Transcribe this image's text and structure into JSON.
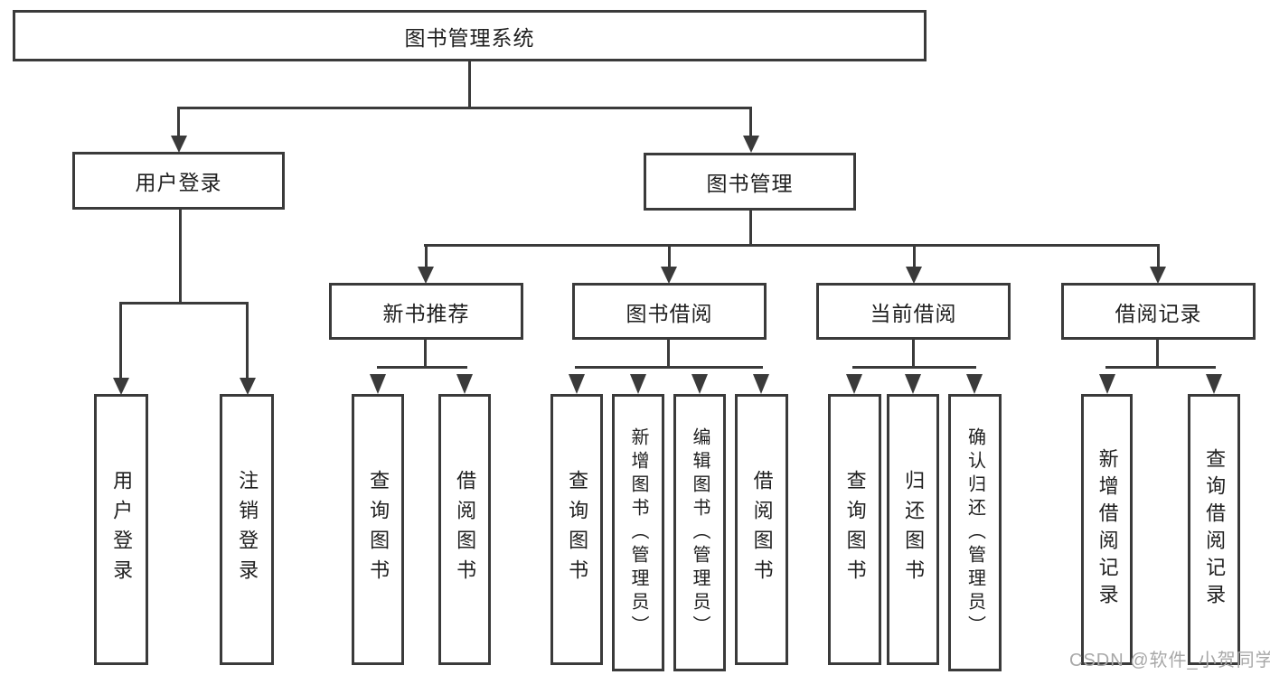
{
  "colors": {
    "line": "#3a3a3a",
    "text": "#1f1f1f",
    "background": "#ffffff",
    "watermark": "#a8a8a8"
  },
  "tree": {
    "root": {
      "label": "图书管理系统"
    },
    "branches": [
      {
        "label": "用户登录",
        "children": [
          {
            "label": "用户登录"
          },
          {
            "label": "注销登录"
          }
        ]
      },
      {
        "label": "图书管理",
        "children": [
          {
            "label": "新书推荐",
            "children": [
              {
                "label": "查询图书"
              },
              {
                "label": "借阅图书"
              }
            ]
          },
          {
            "label": "图书借阅",
            "children": [
              {
                "label": "查询图书"
              },
              {
                "label": "新增图书（管理员）"
              },
              {
                "label": "编辑图书（管理员）"
              },
              {
                "label": "借阅图书"
              }
            ]
          },
          {
            "label": "当前借阅",
            "children": [
              {
                "label": "查询图书"
              },
              {
                "label": "归还图书"
              },
              {
                "label": "确认归还（管理员）"
              }
            ]
          },
          {
            "label": "借阅记录",
            "children": [
              {
                "label": "新增借阅记录"
              },
              {
                "label": "查询借阅记录"
              }
            ]
          }
        ]
      }
    ]
  },
  "watermark": {
    "text": "CSDN @软件_小贺同学"
  }
}
